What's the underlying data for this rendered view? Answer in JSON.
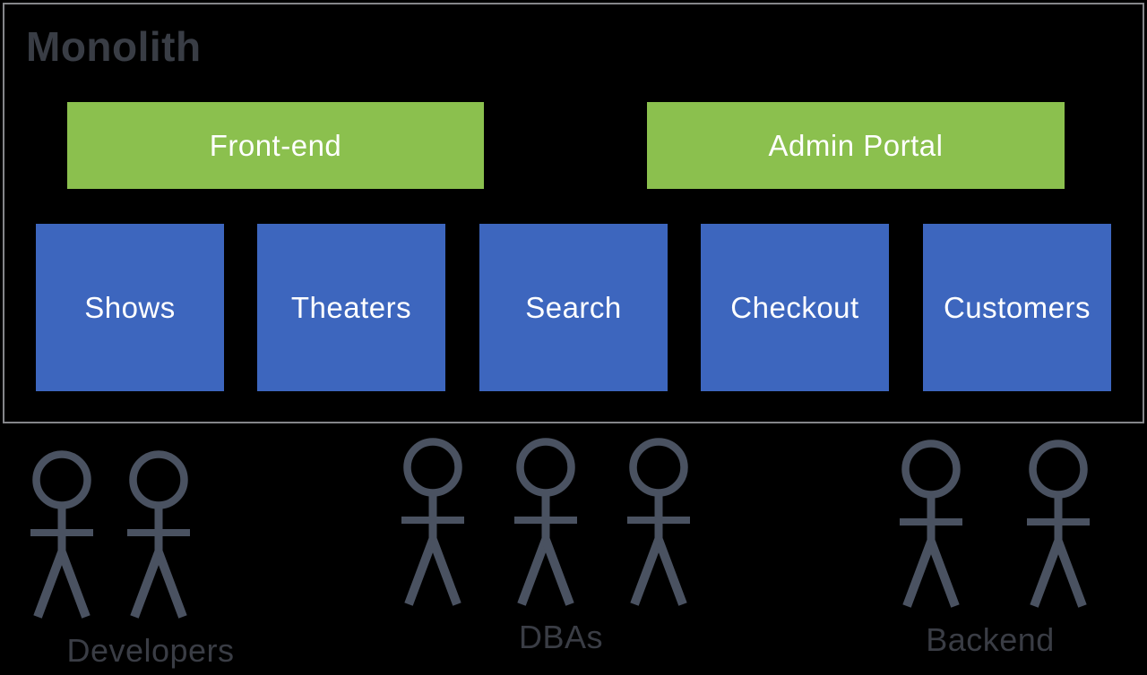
{
  "colors": {
    "background": "#000000",
    "container_border": "#85868A",
    "title_text": "#393D45",
    "layer_fill": "#8BC04E",
    "module_fill": "#3D66BE",
    "box_text": "#FFFFFF",
    "figure_stroke": "#4A5261",
    "team_label_text": "#3A3D45"
  },
  "monolith": {
    "title": "Monolith",
    "layers": [
      {
        "label": "Front-end"
      },
      {
        "label": "Admin Portal"
      }
    ],
    "modules": [
      {
        "label": "Shows"
      },
      {
        "label": "Theaters"
      },
      {
        "label": "Search"
      },
      {
        "label": "Checkout"
      },
      {
        "label": "Customers"
      }
    ]
  },
  "teams": [
    {
      "id": "developers",
      "label": "Developers",
      "person_count": 2
    },
    {
      "id": "dbas",
      "label": "DBAs",
      "person_count": 3
    },
    {
      "id": "backend",
      "label": "Backend",
      "person_count": 2
    }
  ]
}
